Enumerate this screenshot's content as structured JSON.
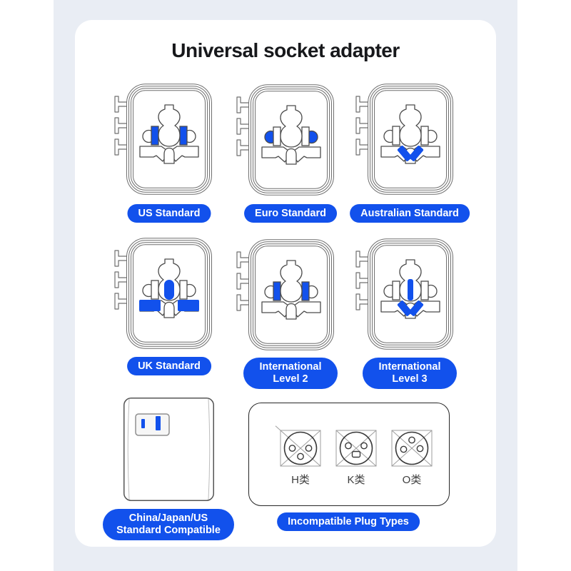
{
  "page": {
    "title": "Universal socket adapter"
  },
  "theme": {
    "accent_blue": "#1251EC",
    "pin_highlight_blue": "#1251EC",
    "background_strip": "#E9EDF4",
    "card_background": "#FFFFFF"
  },
  "sockets": [
    {
      "label": "US Standard",
      "variant": "us",
      "highlighted_pins": "two vertical flat pins"
    },
    {
      "label": "Euro Standard",
      "variant": "euro",
      "highlighted_pins": "two round pins"
    },
    {
      "label": "Australian Standard",
      "variant": "au",
      "highlighted_pins": "two slanted flat pins"
    },
    {
      "label": "UK Standard",
      "variant": "uk",
      "highlighted_pins": "center vertical pin and two horizontal flat pins"
    },
    {
      "label": "International Level 2",
      "variant": "intl2",
      "highlighted_pins": "two vertical flat pins"
    },
    {
      "label": "International Level 3",
      "variant": "intl3",
      "highlighted_pins": "center narrow pin and two slanted pins"
    }
  ],
  "adapter": {
    "label": "China/Japan/US Standard Compatible"
  },
  "incompatible": {
    "label": "Incompatible Plug Types",
    "types": [
      {
        "label": "H类"
      },
      {
        "label": "K类"
      },
      {
        "label": "O类"
      }
    ]
  }
}
